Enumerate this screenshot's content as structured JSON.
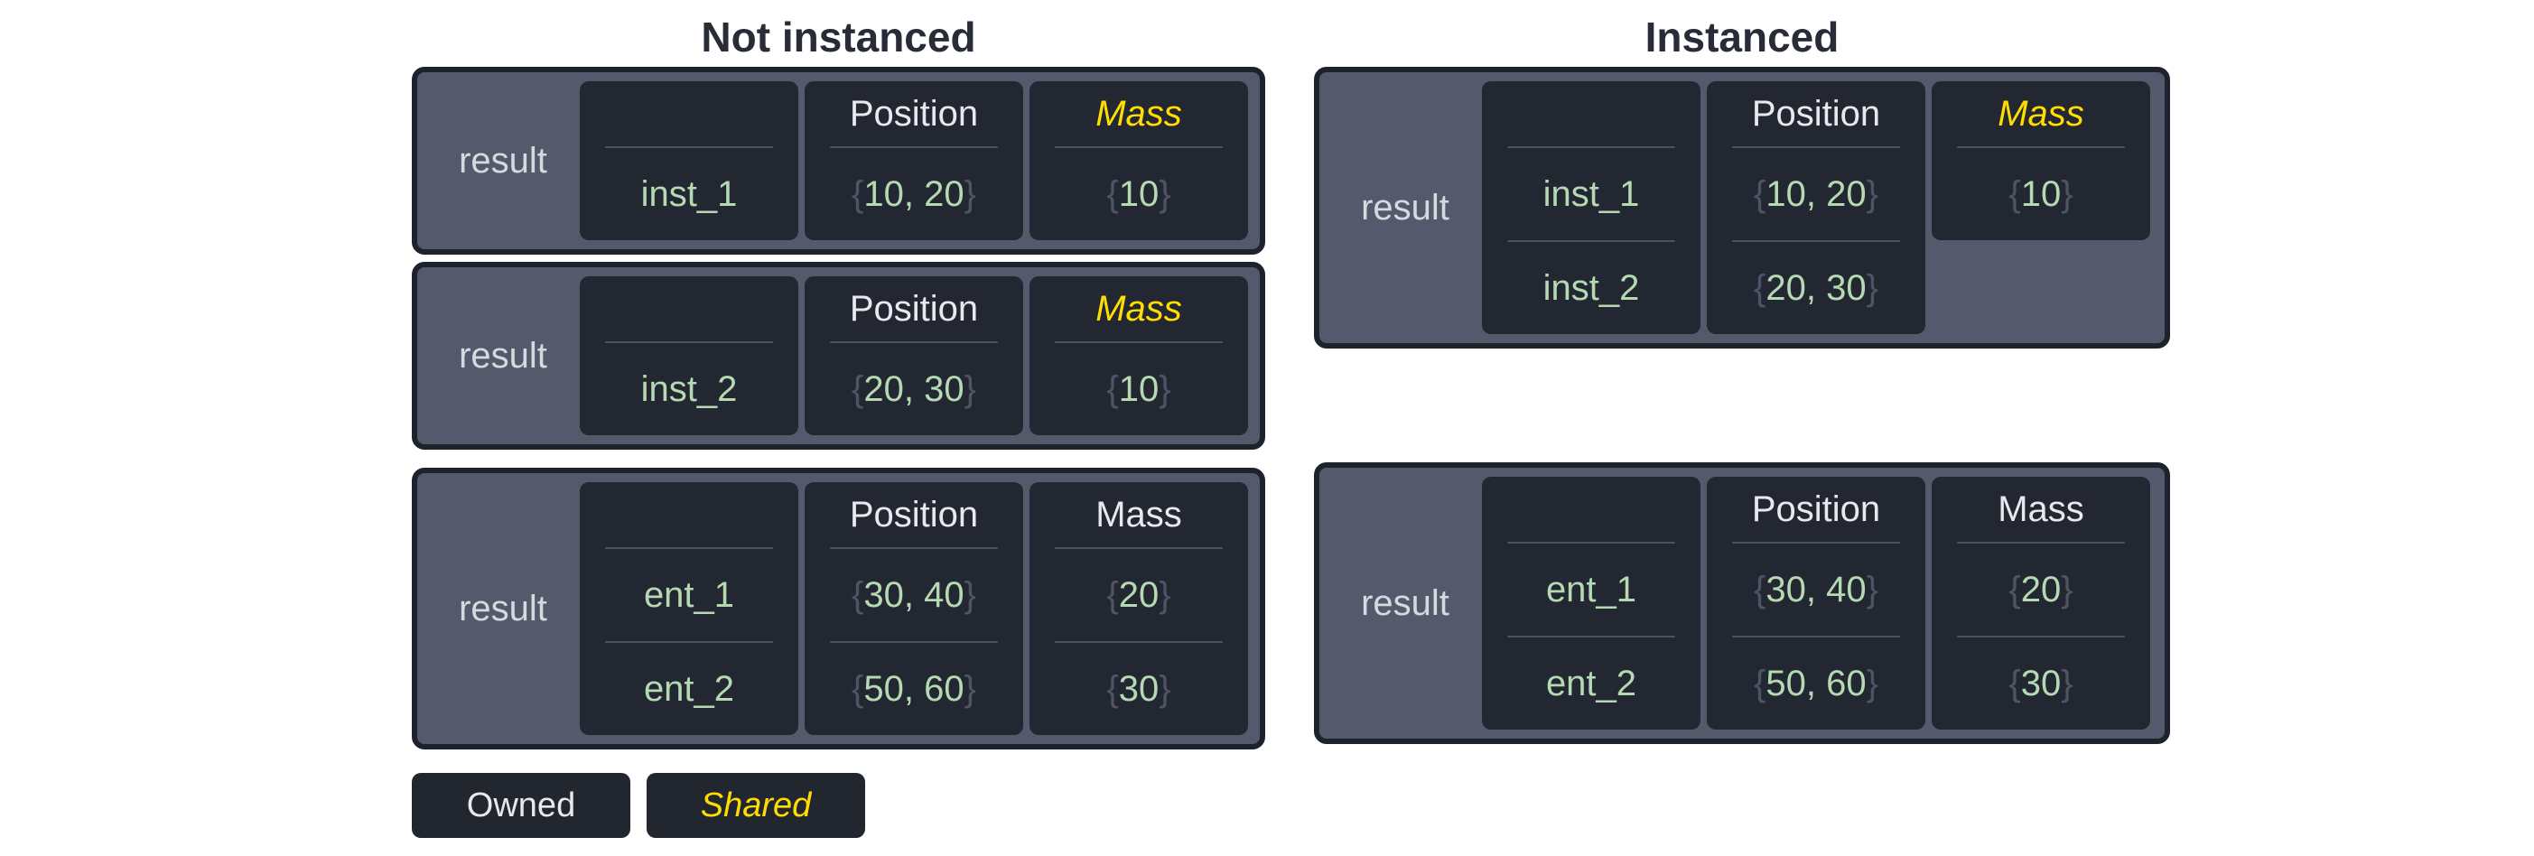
{
  "diagram": {
    "colors": {
      "page_bg": "#ffffff",
      "title": "#272c37",
      "table_border": "#1e222c",
      "table_bg": "#545a6b",
      "card_bg": "#232732",
      "separator": "#4b5160",
      "result_text": "#d6d9de",
      "header_text": "#e7e9ed",
      "value_green": "#b5d9b2",
      "brace_gray": "#4e5465",
      "shared_yellow": "#ffdd00",
      "legend_bg": "#22262f"
    },
    "legend": {
      "owned_label": "Owned",
      "shared_label": "Shared"
    },
    "panels": [
      {
        "title": "Not instanced",
        "tables": [
          {
            "result_label": "result",
            "columns": [
              {
                "header": "",
                "shared": false,
                "kind": "name",
                "cells": [
                  "inst_1"
                ]
              },
              {
                "header": "Position",
                "shared": false,
                "kind": "tuple",
                "cells": [
                  "10, 20"
                ]
              },
              {
                "header": "Mass",
                "shared": true,
                "kind": "tuple",
                "cells": [
                  "10"
                ]
              }
            ]
          },
          {
            "result_label": "result",
            "columns": [
              {
                "header": "",
                "shared": false,
                "kind": "name",
                "cells": [
                  "inst_2"
                ]
              },
              {
                "header": "Position",
                "shared": false,
                "kind": "tuple",
                "cells": [
                  "20, 30"
                ]
              },
              {
                "header": "Mass",
                "shared": true,
                "kind": "tuple",
                "cells": [
                  "10"
                ]
              }
            ]
          },
          {
            "result_label": "result",
            "columns": [
              {
                "header": "",
                "shared": false,
                "kind": "name",
                "cells": [
                  "ent_1",
                  "ent_2"
                ]
              },
              {
                "header": "Position",
                "shared": false,
                "kind": "tuple",
                "cells": [
                  "30, 40",
                  "50, 60"
                ]
              },
              {
                "header": "Mass",
                "shared": false,
                "kind": "tuple",
                "cells": [
                  "20",
                  "30"
                ]
              }
            ]
          }
        ]
      },
      {
        "title": "Instanced",
        "tables": [
          {
            "result_label": "result",
            "columns": [
              {
                "header": "",
                "shared": false,
                "kind": "name",
                "cells": [
                  "inst_1",
                  "inst_2"
                ]
              },
              {
                "header": "Position",
                "shared": false,
                "kind": "tuple",
                "cells": [
                  "10, 20",
                  "20, 30"
                ]
              },
              {
                "header": "Mass",
                "shared": true,
                "kind": "tuple",
                "cells": [
                  "10"
                ]
              }
            ]
          },
          {
            "result_label": "result",
            "columns": [
              {
                "header": "",
                "shared": false,
                "kind": "name",
                "cells": [
                  "ent_1",
                  "ent_2"
                ]
              },
              {
                "header": "Position",
                "shared": false,
                "kind": "tuple",
                "cells": [
                  "30, 40",
                  "50, 60"
                ]
              },
              {
                "header": "Mass",
                "shared": false,
                "kind": "tuple",
                "cells": [
                  "20",
                  "30"
                ]
              }
            ]
          }
        ]
      }
    ]
  }
}
